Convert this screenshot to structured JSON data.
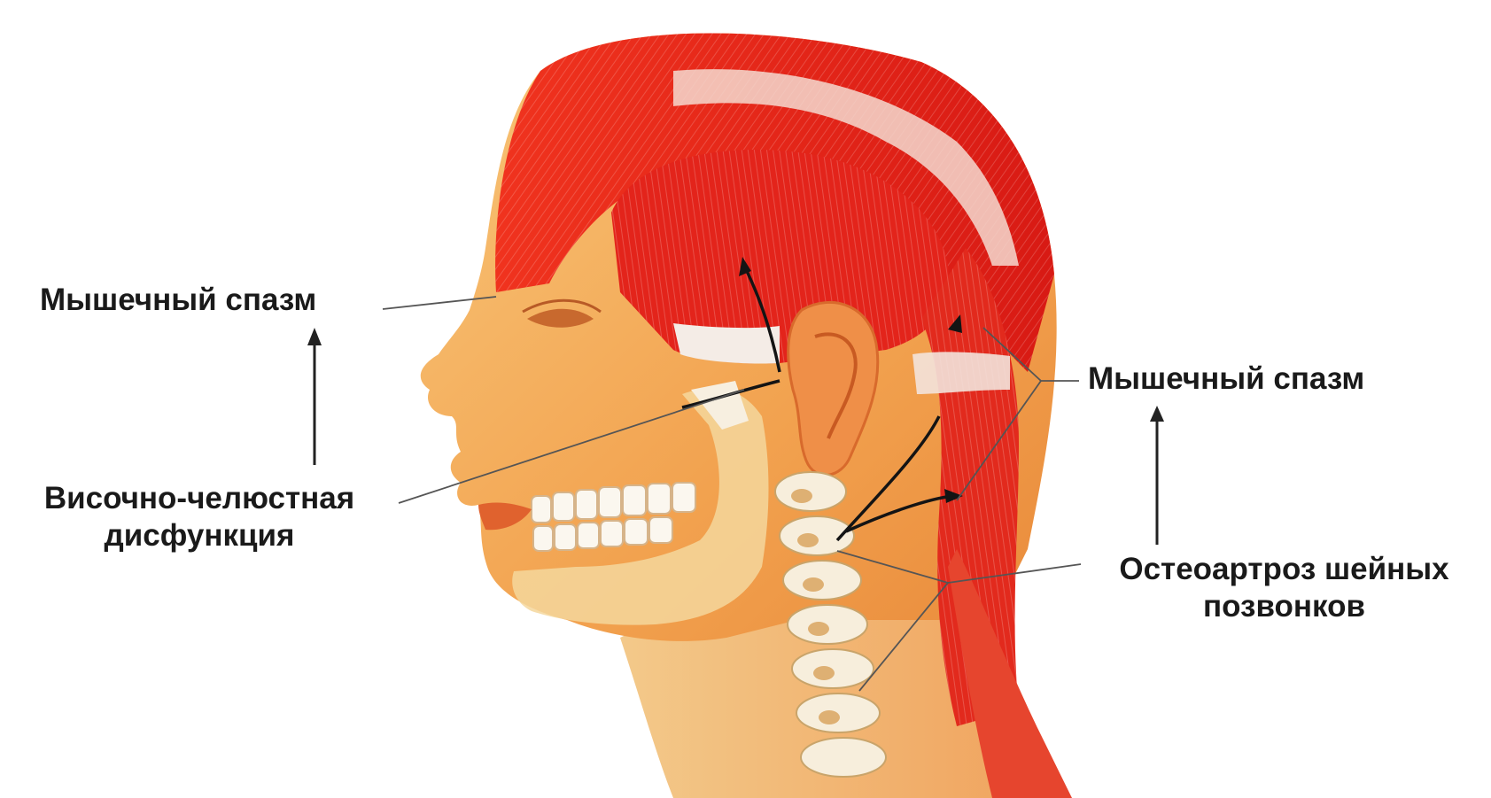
{
  "labels": {
    "left_spasm": "Мышечный спазм",
    "tmj_line1": "Височно-челюстная",
    "tmj_line2": "дисфункция",
    "right_spasm": "Мышечный спазм",
    "osteo_line1": "Остеоартроз шейных",
    "osteo_line2": "позвонков"
  },
  "colors": {
    "muscle_red": "#e8241c",
    "skin": "#f4b25e",
    "bone": "#f8f1e2",
    "tendon": "#f3e6de",
    "text": "#1a1a1a",
    "leader": "#555555"
  }
}
